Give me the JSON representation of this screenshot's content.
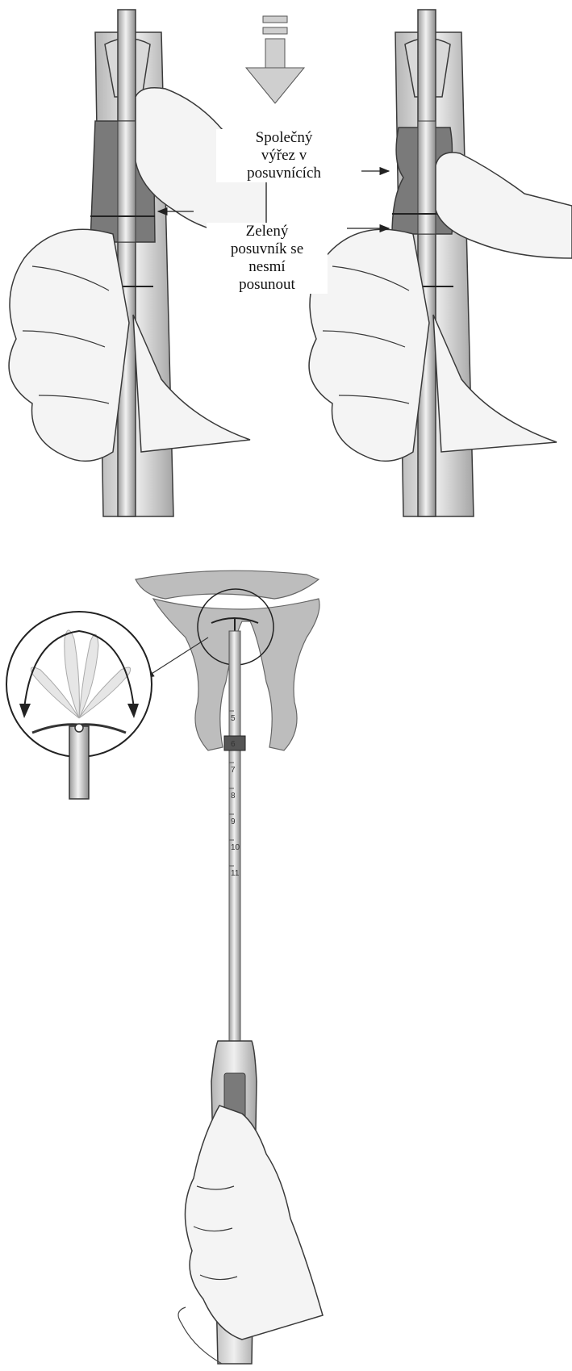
{
  "labels": {
    "notch": {
      "line1": "Společný",
      "line2": "výřez v",
      "line3": "posuvnících"
    },
    "slider": {
      "line1": "Zelený",
      "line2": "posuvník se",
      "line3": "nesmí",
      "line4": "posunout"
    }
  },
  "scale_marks": [
    "5",
    "6",
    "7",
    "8",
    "9",
    "10",
    "11"
  ],
  "colors": {
    "outline": "#3a3a3a",
    "glove": "#f4f4f4",
    "slider": "#7a7a7a",
    "uterus": "#bdbdbd"
  }
}
